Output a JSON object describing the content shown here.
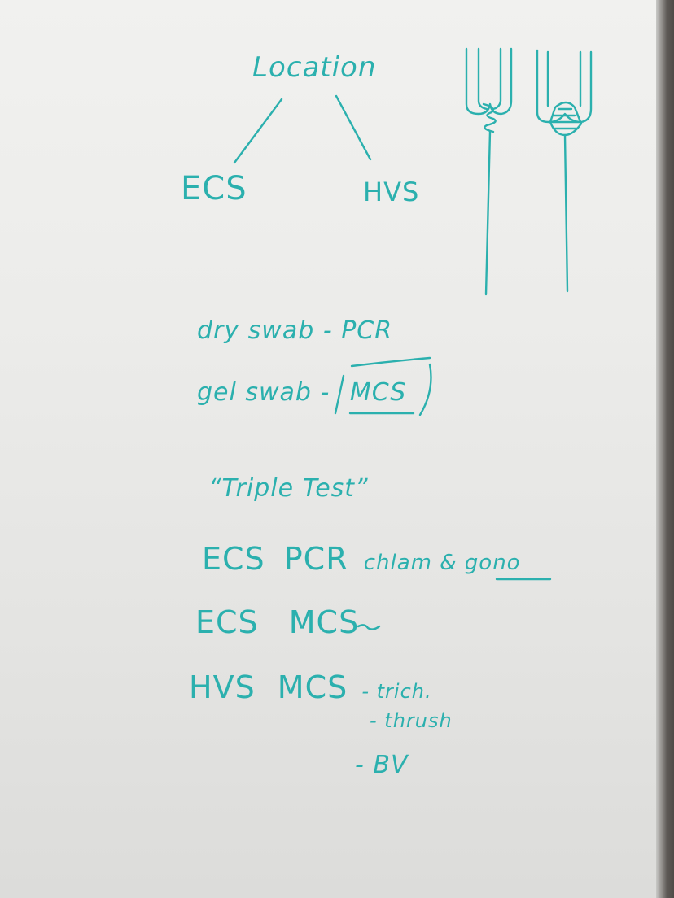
{
  "diagram": {
    "root": "Location",
    "branches": [
      "ECS",
      "HVS"
    ]
  },
  "swabs": [
    {
      "type": "dry swab",
      "test": "PCR"
    },
    {
      "type": "gel swab",
      "test": "MCS"
    }
  ],
  "triple_test": {
    "title": "“Triple Test”",
    "rows": [
      {
        "site": "ECS",
        "test": "PCR",
        "detail": "chlam & gono"
      },
      {
        "site": "ECS",
        "test": "MCS",
        "detail": ""
      },
      {
        "site": "HVS",
        "test": "MCS",
        "detail": "- trich."
      }
    ],
    "hvs_extras": [
      "- thrush",
      "- BV"
    ]
  },
  "ink_color": "#2bb0ae"
}
